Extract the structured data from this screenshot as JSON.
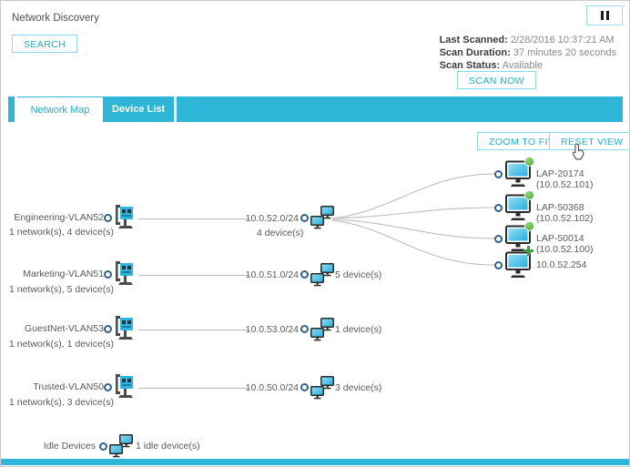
{
  "page": {
    "title": "Network Discovery"
  },
  "controls": {
    "search": "SEARCH",
    "scan_now": "SCAN NOW",
    "zoom_to_fit": "ZOOM TO FIT",
    "reset_view": "RESET VIEW"
  },
  "scan_info": {
    "last_scanned_label": "Last Scanned:",
    "last_scanned_value": "2/28/2016 10:37:21 AM",
    "scan_duration_label": "Scan Duration:",
    "scan_duration_value": "37 minutes 20 seconds",
    "scan_status_label": "Scan Status:",
    "scan_status_value": "Available"
  },
  "tabs": {
    "network_map": "Network Map",
    "device_list": "Device List"
  },
  "map": {
    "vlans": [
      {
        "name": "Engineering-VLAN52",
        "summary": "1 network(s), 4 device(s)",
        "subnet": "10.0.52.0/24",
        "subnet_summary": "4 device(s)"
      },
      {
        "name": "Marketing-VLAN51",
        "summary": "1 network(s), 5 device(s)",
        "subnet": "10.0.51.0/24",
        "subnet_summary": "5 device(s)"
      },
      {
        "name": "GuestNet-VLAN53",
        "summary": "1 network(s), 1 device(s)",
        "subnet": "10.0.53.0/24",
        "subnet_summary": "1 device(s)"
      },
      {
        "name": "Trusted-VLAN50",
        "summary": "1 network(s), 3 device(s)",
        "subnet": "10.0.50.0/24",
        "subnet_summary": "3 device(s)"
      }
    ],
    "devices": [
      {
        "label": "LAP-20174 (10.0.52.101)",
        "status": "online"
      },
      {
        "label": "LAP-50368 (10.0.52.102)",
        "status": "online"
      },
      {
        "label": "LAP-50014 (10.0.52.100)",
        "status": "online"
      },
      {
        "label": "10.0.52.254",
        "status": "new"
      }
    ],
    "idle": {
      "name": "Idle Devices",
      "summary": "1 idle device(s)"
    }
  },
  "colors": {
    "accent": "#2eb6d9",
    "link": "#1bafd6",
    "status_green": "#46a43a"
  }
}
